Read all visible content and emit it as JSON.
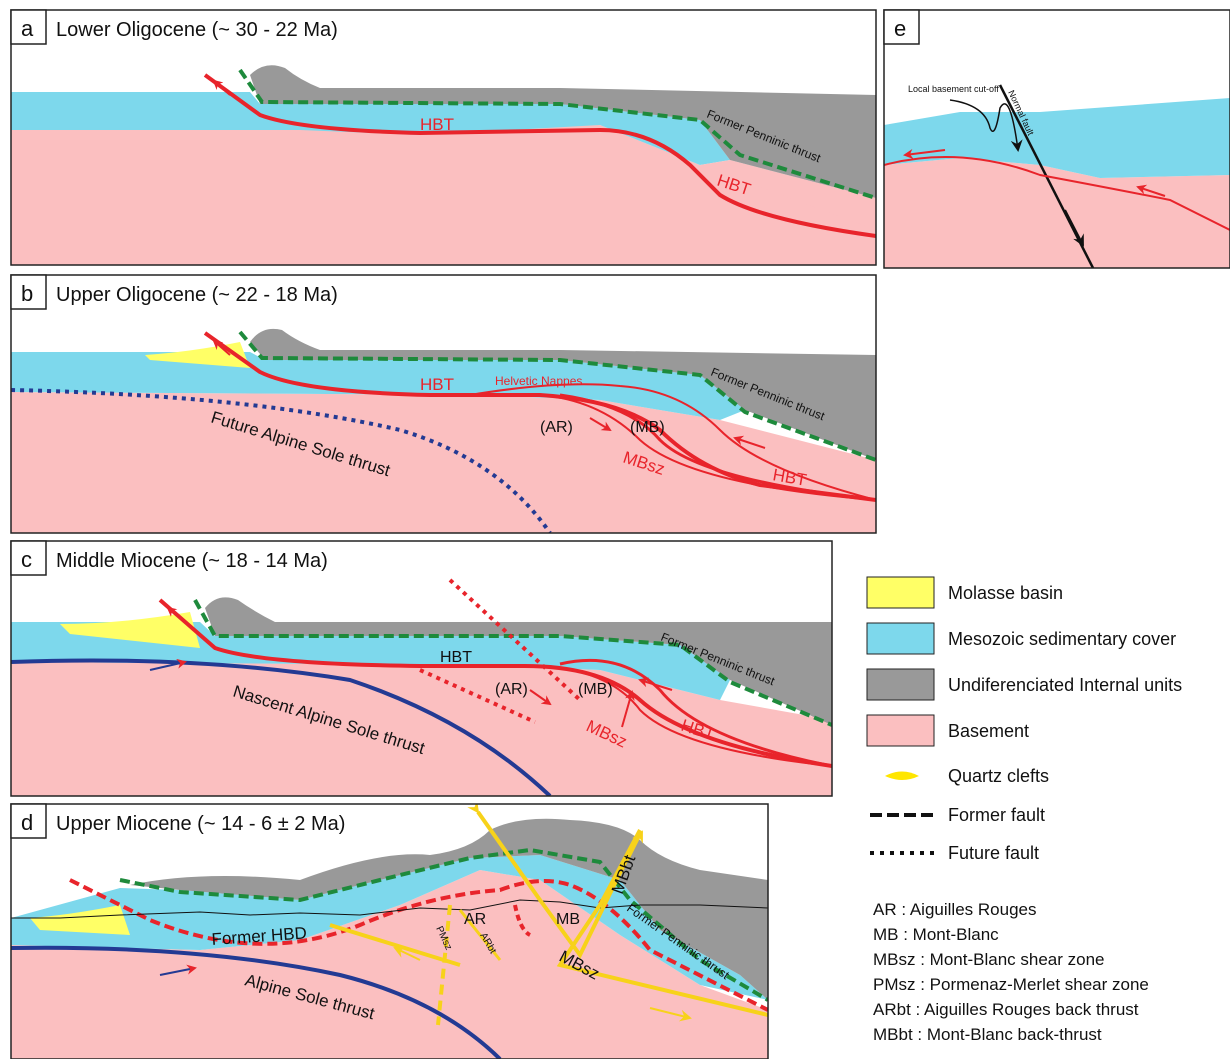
{
  "panels": {
    "a": {
      "letter": "a",
      "title": "Lower Oligocene (~ 30 - 22 Ma)",
      "hbt1": "HBT",
      "hbt2": "HBT",
      "penninic": "Former Penninic thrust"
    },
    "b": {
      "letter": "b",
      "title": "Upper Oligocene (~ 22 - 18 Ma)",
      "hbt1": "HBT",
      "hbt2": "HBT",
      "helvetic": "Helvetic Nappes",
      "ar": "(AR)",
      "mb": "(MB)",
      "mbsz": "MBsz",
      "sole": "Future Alpine Sole thrust",
      "penninic": "Former Penninic thrust"
    },
    "c": {
      "letter": "c",
      "title": "Middle Miocene (~ 18 - 14 Ma)",
      "hbt1": "HBT",
      "hbt2": "HBT",
      "ar": "(AR)",
      "mb": "(MB)",
      "mbsz": "MBsz",
      "sole": "Nascent Alpine Sole thrust",
      "penninic": "Former Penninic thrust"
    },
    "d": {
      "letter": "d",
      "title": "Upper Miocene (~ 14 - 6 ± 2 Ma)",
      "hbd": "Former HBD",
      "ar": "AR",
      "mb": "MB",
      "pmsz": "PMsz",
      "arbt": "ARbt",
      "mbsz": "MBsz",
      "mbbt": "MBbt",
      "sole": "Alpine Sole thrust",
      "penninic": "Former Penninic thrust"
    },
    "e": {
      "letter": "e",
      "cutoff": "Local basement cut-off",
      "normal": "Normal fault"
    }
  },
  "legend": {
    "items": [
      {
        "label": "Molasse basin",
        "color": "#ffff66"
      },
      {
        "label": "Mesozoic sedimentary cover",
        "color": "#7dd8ec"
      },
      {
        "label": "Undiferenciated Internal units",
        "color": "#999999"
      },
      {
        "label": "Basement",
        "color": "#fbbfc0"
      },
      {
        "label": "Quartz clefts",
        "color": "#ffe600"
      },
      {
        "label": "Former fault"
      },
      {
        "label": "Future fault"
      }
    ]
  },
  "abbreviations": [
    "AR : Aiguilles Rouges",
    "MB : Mont-Blanc",
    "MBsz : Mont-Blanc shear zone",
    "PMsz : Pormenaz-Merlet shear zone",
    "ARbt : Aiguilles Rouges back thrust",
    "MBbt : Mont-Blanc back-thrust"
  ],
  "colors": {
    "basement": "#fbbfc0",
    "cover": "#7dd8ec",
    "internal": "#999999",
    "molasse": "#ffff66",
    "thrust_red": "#e8242b",
    "penninic_green": "#1e8a3c",
    "sole_blue": "#233a93",
    "quartz": "#ffe600",
    "yellow_fault": "#f7d21a"
  }
}
